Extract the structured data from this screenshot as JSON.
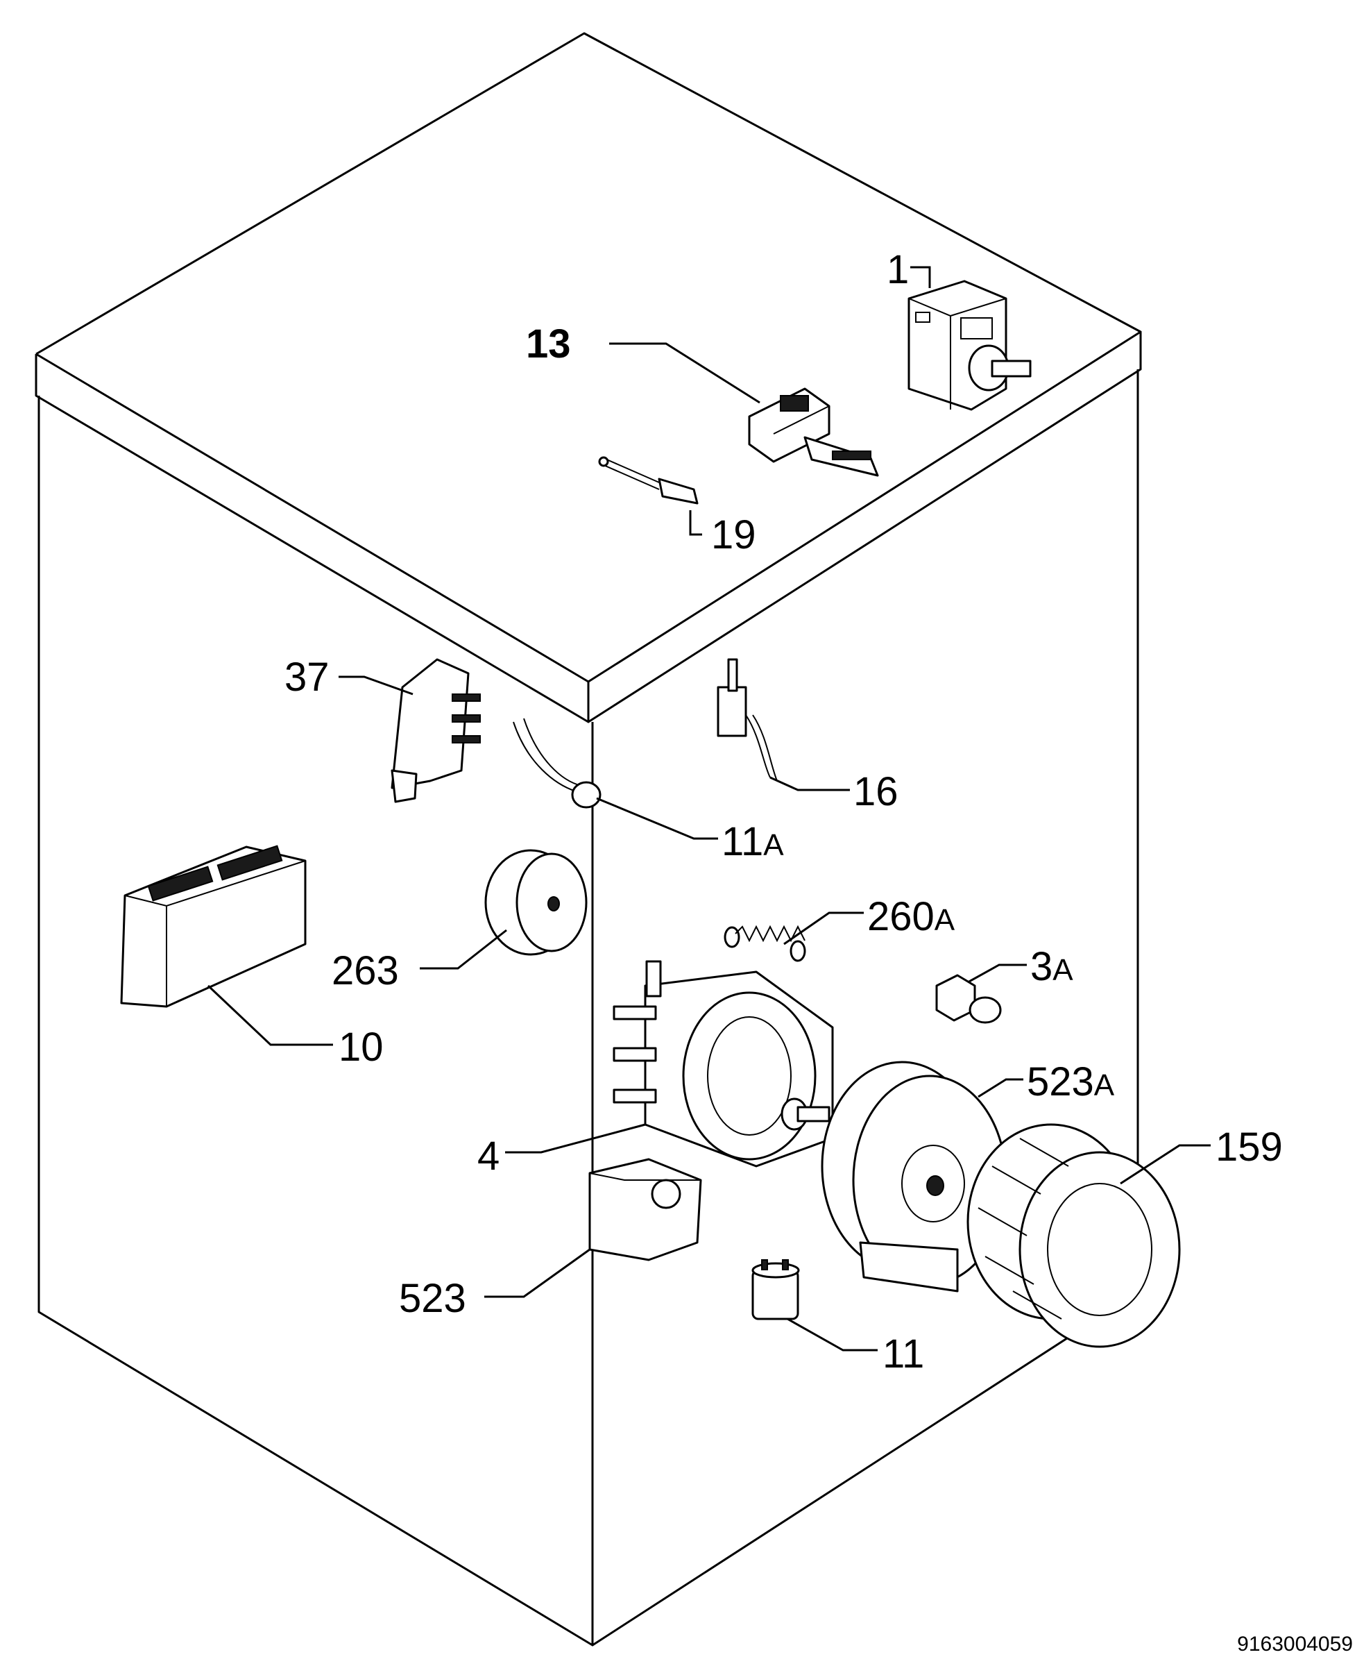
{
  "diagram": {
    "reference_number": "9163004059",
    "parts": [
      {
        "id": "p1",
        "number": "1",
        "suffix": ""
      },
      {
        "id": "p13",
        "number": "13",
        "suffix": ""
      },
      {
        "id": "p19",
        "number": "19",
        "suffix": ""
      },
      {
        "id": "p37",
        "number": "37",
        "suffix": ""
      },
      {
        "id": "p16",
        "number": "16",
        "suffix": ""
      },
      {
        "id": "p11a",
        "number": "11",
        "suffix": "A"
      },
      {
        "id": "p263",
        "number": "263",
        "suffix": ""
      },
      {
        "id": "p260a",
        "number": "260",
        "suffix": "A"
      },
      {
        "id": "p3a",
        "number": "3",
        "suffix": "A"
      },
      {
        "id": "p10",
        "number": "10",
        "suffix": ""
      },
      {
        "id": "p523a",
        "number": "523",
        "suffix": "A"
      },
      {
        "id": "p4",
        "number": "4",
        "suffix": ""
      },
      {
        "id": "p159",
        "number": "159",
        "suffix": ""
      },
      {
        "id": "p523",
        "number": "523",
        "suffix": ""
      },
      {
        "id": "p11",
        "number": "11",
        "suffix": ""
      }
    ]
  }
}
